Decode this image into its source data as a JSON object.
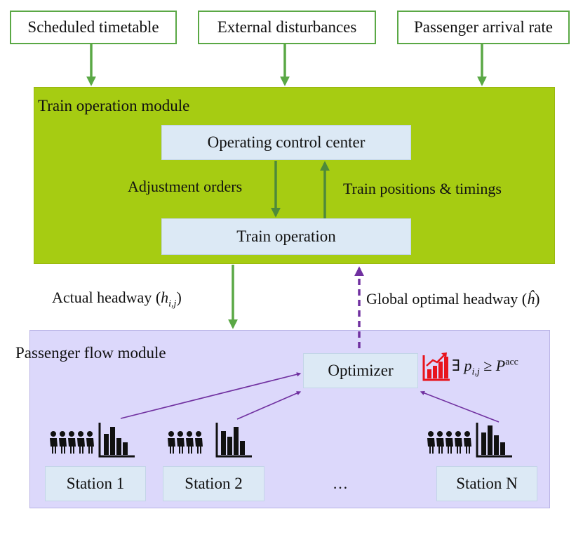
{
  "inputs": {
    "timetable": "Scheduled timetable",
    "disturbances": "External disturbances",
    "arrival_rate": "Passenger arrival rate"
  },
  "train_module": {
    "title": "Train operation module",
    "control_center": "Operating control center",
    "train_operation": "Train operation",
    "adjustment_orders": "Adjustment orders",
    "positions_timings": "Train positions & timings"
  },
  "links": {
    "actual_headway_text": "Actual headway (",
    "actual_headway_var": "h",
    "actual_headway_sub": "i,j",
    "actual_headway_close": ")",
    "optimal_headway_text": "Global optimal headway (",
    "optimal_headway_var": "ĥ",
    "optimal_headway_close": ")"
  },
  "passenger_module": {
    "title": "Passenger flow module",
    "optimizer": "Optimizer",
    "condition_exists": "∃ ",
    "condition_var": "p",
    "condition_sub": "i,j",
    "condition_geq": " ≥ ",
    "condition_bound": "P",
    "condition_sup": "acc",
    "stations": [
      "Station 1",
      "Station 2",
      "Station N"
    ],
    "ellipsis": "…"
  },
  "colors": {
    "green_arrow": "#5aa845",
    "train_module_bg": "#a6cc12",
    "passenger_module_bg": "#dcd8fb",
    "inner_box_bg": "#dce9f5",
    "purple_arrow": "#7030a0",
    "alert_icon": "#e8141c"
  },
  "icons": [
    "people-group-icon",
    "bar-chart-icon",
    "rising-chart-alert-icon"
  ]
}
